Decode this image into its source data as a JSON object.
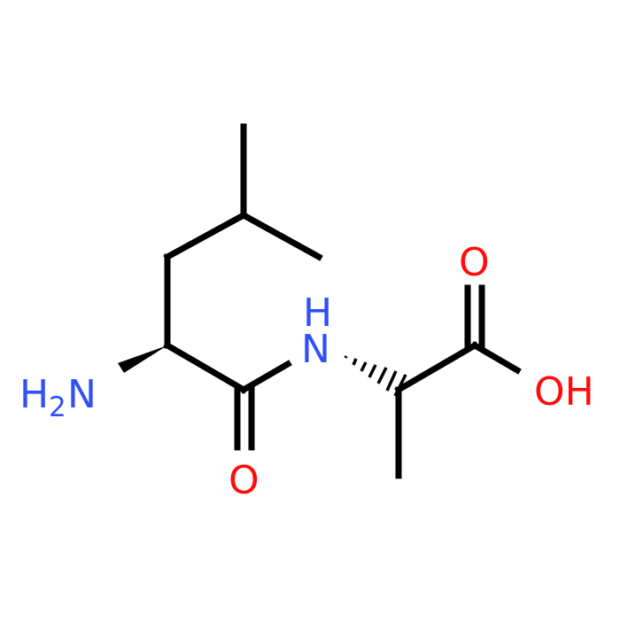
{
  "molecule": {
    "atoms": {
      "nh2": {
        "main": "H",
        "sub": "2",
        "tail": "N",
        "color": "#3050F8"
      },
      "nh_h": {
        "text": "H",
        "color": "#3050F8"
      },
      "nh_n": {
        "text": "N",
        "color": "#3050F8"
      },
      "o_amide": {
        "text": "O",
        "color": "#FF0D0D"
      },
      "o_acid": {
        "text": "O",
        "color": "#FF0D0D"
      },
      "oh": {
        "text": "OH",
        "color": "#FF0D0D"
      }
    },
    "bond_color": "#000000",
    "background": "#FFFFFF"
  }
}
